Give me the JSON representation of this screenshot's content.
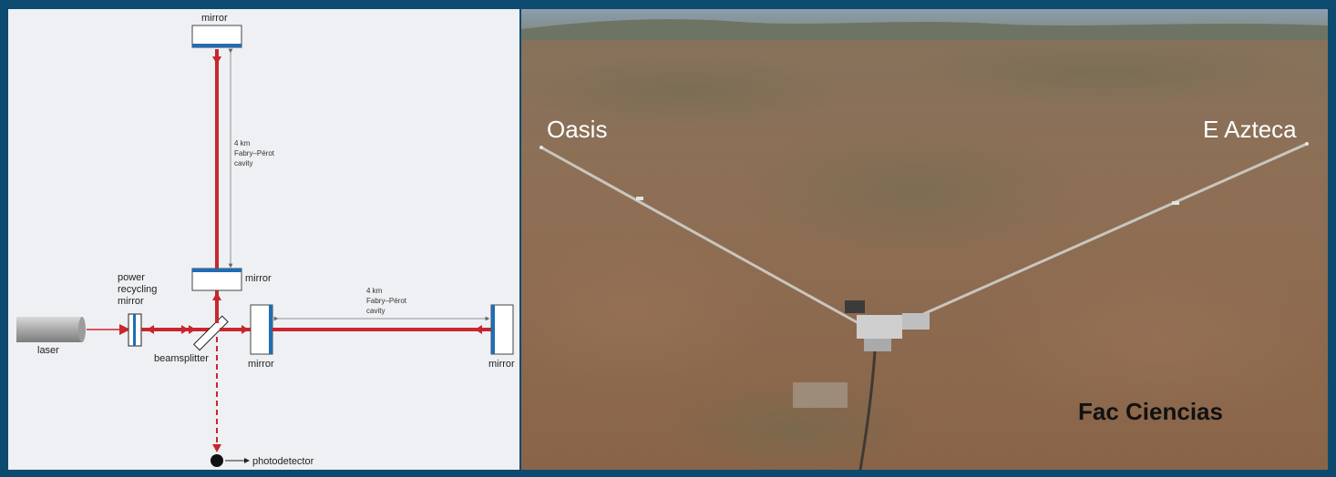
{
  "diagram": {
    "labels": {
      "mirror_top": "mirror",
      "mirror_inner_y": "mirror",
      "mirror_inner_x": "mirror",
      "mirror_far_x": "mirror",
      "laser": "laser",
      "power_recycling_1": "power",
      "power_recycling_2": "recycling",
      "power_recycling_3": "mirror",
      "beamsplitter": "beamsplitter",
      "photodetector": "photodetector"
    },
    "cavity_vertical": {
      "line1": "4 km",
      "line2": "Fabry–Pérot",
      "line3": "cavity"
    },
    "cavity_horizontal": {
      "line1": "4 km",
      "line2": "Fabry–Pérot",
      "line3": "cavity"
    },
    "colors": {
      "beam": "#c8262d",
      "mirror_blue": "#1f6db5",
      "background": "#eef0f3"
    }
  },
  "photo": {
    "labels": {
      "left_arm_end": "Oasis",
      "right_arm_end": "E Azteca",
      "vertex_site": "Fac Ciencias"
    }
  },
  "frame": {
    "border_color": "#0d4a6f"
  }
}
